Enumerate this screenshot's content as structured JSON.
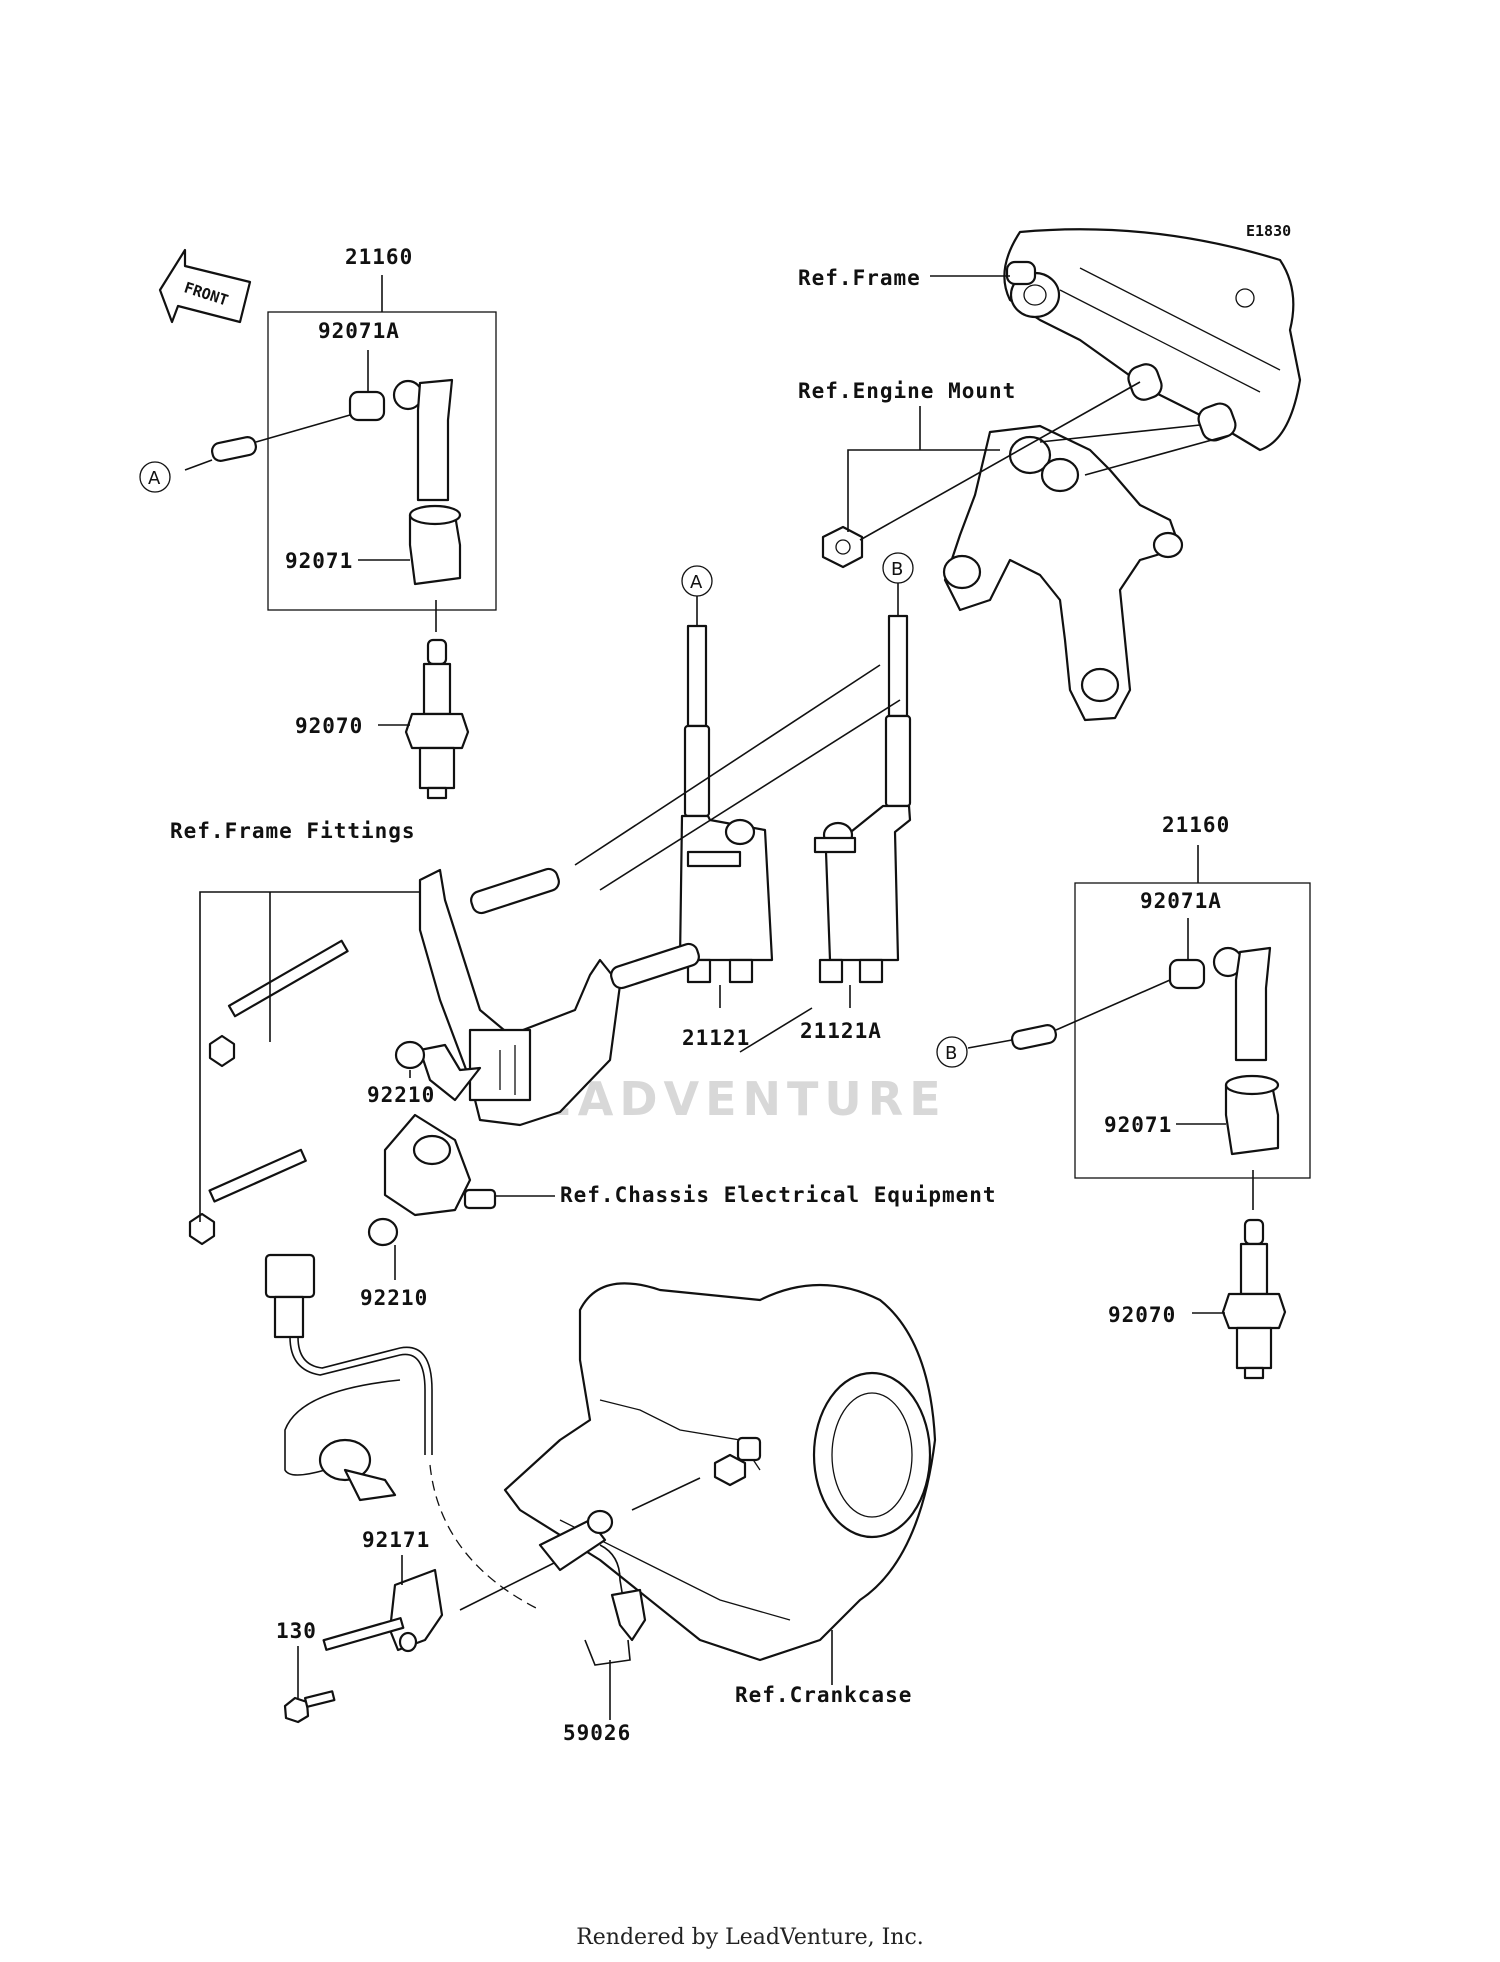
{
  "diagram": {
    "code": "E1830",
    "front_marker": "FRONT",
    "watermark": "LEADVENTURE",
    "callouts": {
      "A": "A",
      "B": "B"
    },
    "labels": {
      "assy_left": "21160",
      "cap_left": "92071A",
      "boot_left": "92071",
      "plug_left": "92070",
      "assy_right": "21160",
      "cap_right": "92071A",
      "boot_right": "92071",
      "plug_right": "92070",
      "coil_a": "21121",
      "coil_b": "21121A",
      "nut_upper": "92210",
      "nut_lower": "92210",
      "clamp": "92171",
      "bolt": "130",
      "sensor": "59026",
      "ref_frame": "Ref.Frame",
      "ref_engine_mount": "Ref.Engine Mount",
      "ref_frame_fittings": "Ref.Frame Fittings",
      "ref_chassis": "Ref.Chassis Electrical Equipment",
      "ref_crankcase": "Ref.Crankcase"
    }
  },
  "footer": {
    "rendered_by": "Rendered by LeadVenture, Inc."
  }
}
